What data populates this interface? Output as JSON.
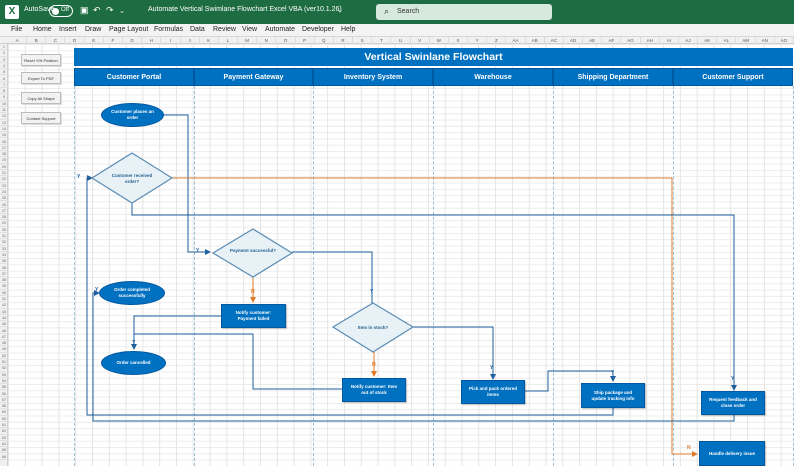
{
  "titlebar": {
    "logo": "X",
    "autosave_label": "AutoSave",
    "autosave_state": "Off",
    "title": "Automate Vertical Swimlane Flowchart Excel VBA (ver10.1.26)",
    "title_chevron": "⌄",
    "search_placeholder": "Search"
  },
  "menu": [
    "File",
    "Home",
    "Insert",
    "Draw",
    "Page Layout",
    "Formulas",
    "Data",
    "Review",
    "View",
    "Automate",
    "Developer",
    "Help"
  ],
  "columns": [
    "A",
    "B",
    "C",
    "D",
    "E",
    "F",
    "G",
    "H",
    "I",
    "J",
    "K",
    "L",
    "M",
    "N",
    "O",
    "P",
    "Q",
    "R",
    "S",
    "T",
    "U",
    "V",
    "W",
    "X",
    "Y",
    "Z",
    "AA",
    "AB",
    "AC",
    "AD",
    "AE",
    "AF",
    "AG",
    "AH",
    "AI",
    "AJ",
    "AK",
    "AL",
    "AM",
    "AN",
    "AO"
  ],
  "side_buttons": [
    "Reset Y/N Position",
    "Export To PDF",
    "Copy All Shape",
    "Contact Support"
  ],
  "flowchart": {
    "title": "Vertical Swinlane Flowchart",
    "lanes": [
      "Customer Portal",
      "Payment Gateway",
      "Inventory System",
      "Warehouse",
      "Shipping Department",
      "Customer Support"
    ],
    "nodes": {
      "start": "Customer places an order",
      "received": "Customer received order?",
      "payment": "Payment successful?",
      "notify_payment": "Notify customer: Payment failed",
      "stock": "Item in stock?",
      "notify_stock": "Notify customer: Item out of stock",
      "completed": "Order completed successfully",
      "cancelled": "Order cancelled",
      "pick": "Pick and pack ordered items",
      "ship": "Ship package and update tracking info",
      "feedback": "Request feedback and close order",
      "delivery": "Handle delivery issue"
    },
    "labels": {
      "yes": "Y",
      "no": "N"
    },
    "colors": {
      "shape": "#0070c0",
      "yes_line": "#1f5f9e",
      "no_line": "#e07b2a",
      "header_bg": "#0070c0",
      "titlebar": "#1e6c41"
    }
  }
}
